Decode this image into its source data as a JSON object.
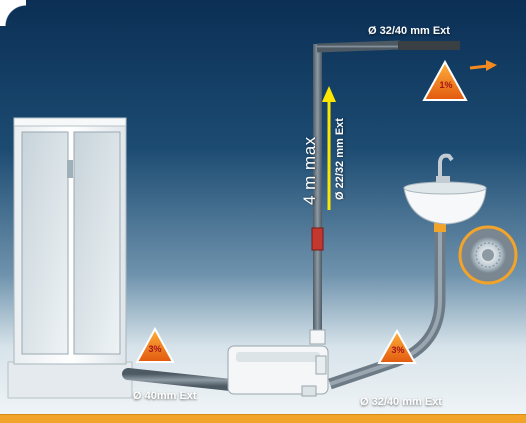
{
  "labels": {
    "top_pipe": "Ø 32/40 mm Ext",
    "max_height": "4 m max",
    "vertical_pipe": "Ø 22/32 mm Ext",
    "left_pipe": "Ø 40mm Ext",
    "right_pipe": "Ø 32/40 mm Ext"
  },
  "slope_badges": [
    "1%",
    "3%",
    "3%"
  ],
  "colors": {
    "accent_orange": "#f2a32a",
    "arrow_yellow": "#ffe600",
    "background_top": "#0b2f55"
  }
}
